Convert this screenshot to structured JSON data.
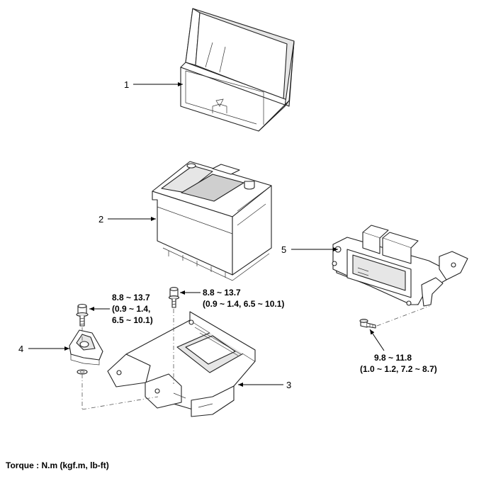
{
  "callouts": {
    "c1": "1",
    "c2": "2",
    "c3": "3",
    "c4": "4",
    "c5": "5"
  },
  "torque_specs": {
    "left": {
      "line1": "8.8 ~ 13.7",
      "line2": "(0.9 ~ 1.4,",
      "line3": "6.5 ~ 10.1)"
    },
    "center": {
      "line1": "8.8 ~ 13.7",
      "line2": "(0.9 ~ 1.4, 6.5 ~ 10.1)"
    },
    "right": {
      "line1": "9.8 ~ 11.8",
      "line2": "(1.0 ~ 1.2, 7.2 ~ 8.7)"
    }
  },
  "footer": {
    "torque_units": "Torque : N.m (kgf.m, lb-ft)"
  }
}
